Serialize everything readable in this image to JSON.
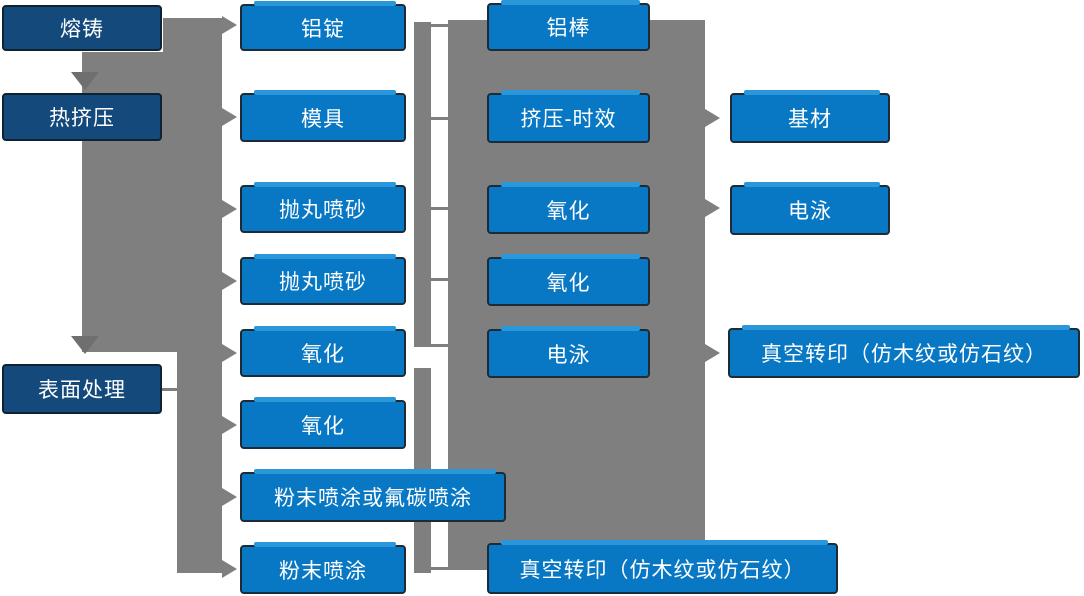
{
  "diagram_type": "process-flowchart",
  "colors": {
    "stage_node_fill": "#14497c",
    "step_node_fill": "#0878c5",
    "connector_gray": "#7f7f7f",
    "text": "#ffffff"
  },
  "columns": [
    {
      "name": "stages",
      "nodes": [
        {
          "label": "熔铸"
        },
        {
          "label": "热挤压"
        },
        {
          "label": "表面处理"
        }
      ]
    },
    {
      "name": "process-steps",
      "nodes": [
        {
          "label": "铝锭"
        },
        {
          "label": "模具"
        },
        {
          "label": "抛丸喷砂"
        },
        {
          "label": "抛丸喷砂"
        },
        {
          "label": "氧化"
        },
        {
          "label": "氧化"
        },
        {
          "label": "粉末喷涂或氟碳喷涂"
        },
        {
          "label": "粉末喷涂"
        }
      ]
    },
    {
      "name": "treatment-steps",
      "nodes": [
        {
          "label": "铝棒"
        },
        {
          "label": "挤压-时效"
        },
        {
          "label": "氧化"
        },
        {
          "label": "氧化"
        },
        {
          "label": "电泳"
        },
        {
          "label": "真空转印（仿木纹或仿石纹）"
        }
      ]
    },
    {
      "name": "finishes",
      "nodes": [
        {
          "label": "基材"
        },
        {
          "label": "电泳"
        },
        {
          "label": "真空转印（仿木纹或仿石纹）"
        }
      ]
    }
  ]
}
